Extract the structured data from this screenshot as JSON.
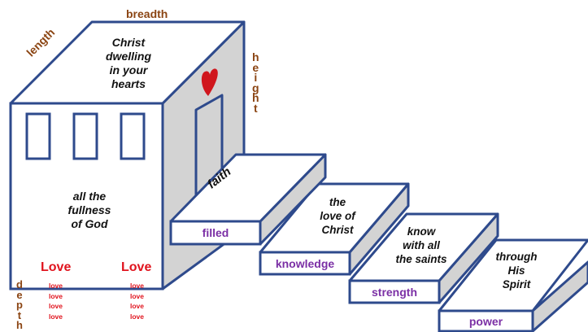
{
  "dimensions": {
    "breadth": "breadth",
    "length": "length",
    "height_letters": [
      "h",
      "e",
      "i",
      "g",
      "h",
      "t"
    ],
    "depth_letters": [
      "d",
      "e",
      "p",
      "t",
      "h"
    ]
  },
  "house": {
    "roof_text": [
      "Christ",
      "dwelling",
      "in your",
      "hearts"
    ],
    "front_text": [
      "all the",
      "fullness",
      "of God"
    ]
  },
  "steps": [
    {
      "top_text": [
        "faith"
      ],
      "front_label": "filled"
    },
    {
      "top_text": [
        "the",
        "love of",
        "Christ"
      ],
      "front_label": "knowledge"
    },
    {
      "top_text": [
        "know",
        "with all",
        "the saints"
      ],
      "front_label": "strength"
    },
    {
      "top_text": [
        "through",
        "His",
        "Spirit"
      ],
      "front_label": "power"
    }
  ],
  "love": {
    "big_label": "Love",
    "small_items": [
      "love",
      "love",
      "love",
      "love"
    ]
  },
  "colors": {
    "outline": "#2e4a8c",
    "side_fill": "#d3d3d3",
    "heart": "#d0161d",
    "dimension_text": "#8b4513",
    "step_label": "#7b2fa5",
    "love_text": "#e0141e"
  }
}
